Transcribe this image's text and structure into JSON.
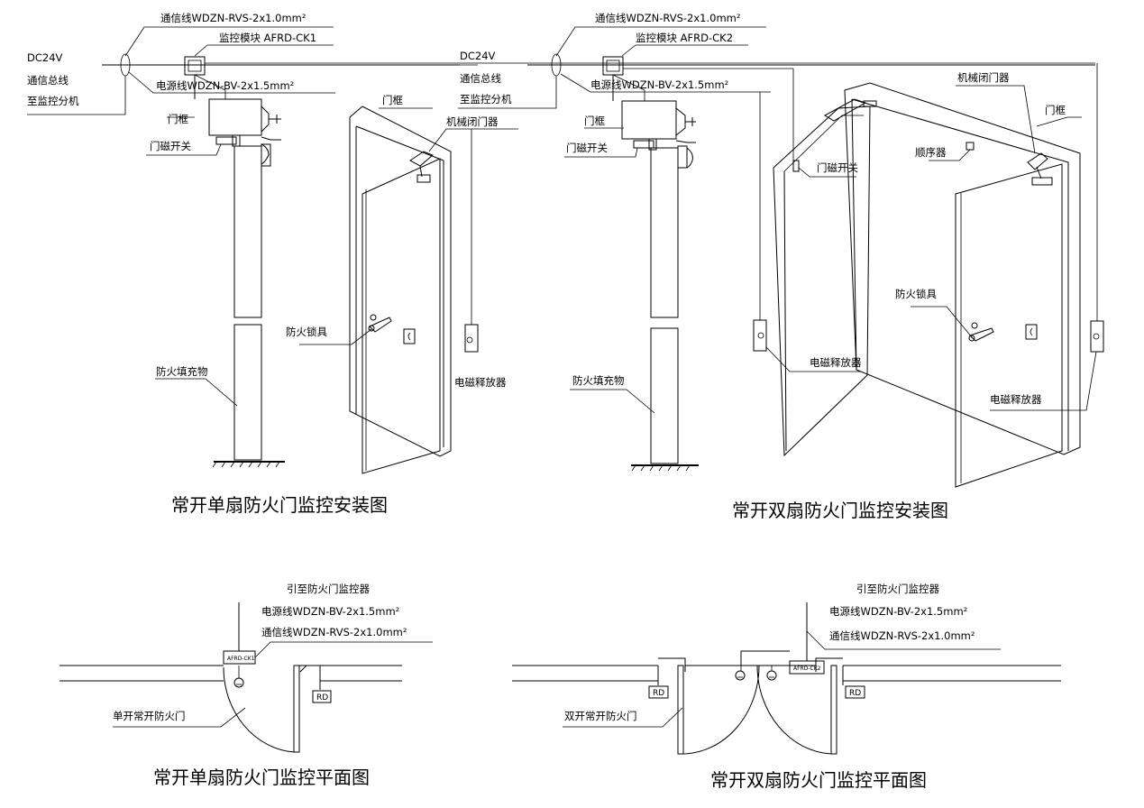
{
  "installation_single": {
    "dc24v": "DC24V",
    "bus": "通信总线",
    "to_panel": "至监控分机",
    "comm_line": "通信线WDZN-RVS-2x1.0mm²",
    "module": "监控模块 AFRD-CK1",
    "power_line": "电源线WDZN-BV-2x1.5mm²",
    "frame": "门框",
    "mag_switch": "门磁开关",
    "fill": "防火填充物",
    "frame2": "门框",
    "mech_closer": "机械闭门器",
    "lock": "防火锁具",
    "releaser": "电磁释放器",
    "title": "常开单扇防火门监控安装图"
  },
  "installation_double": {
    "dc24v": "DC24V",
    "bus": "通信总线",
    "to_panel": "至监控分机",
    "comm_line": "通信线WDZN-RVS-2x1.0mm²",
    "module": "监控模块 AFRD-CK2",
    "power_line": "电源线WDZN-BV-2x1.5mm²",
    "frame": "门框",
    "mag_switch": "门磁开关",
    "fill": "防火填充物",
    "mech_closer": "机械闭门器",
    "frame2": "门框",
    "sequencer": "顺序器",
    "mag_switch2": "门磁开关",
    "lock": "防火锁具",
    "releaser_left": "电磁释放器",
    "releaser_right": "电磁释放器",
    "title": "常开双扇防火门监控安装图"
  },
  "plan_single": {
    "lead": "引至防火门监控器",
    "power_line": "电源线WDZN-BV-2x1.5mm²",
    "comm_line": "通信线WDZN-RVS-2x1.0mm²",
    "module_tag": "AFRD-CK1",
    "rd_tag": "RD",
    "door_label": "单开常开防火门",
    "title": "常开单扇防火门监控平面图"
  },
  "plan_double": {
    "lead": "引至防火门监控器",
    "power_line": "电源线WDZN-BV-2x1.5mm²",
    "comm_line": "通信线WDZN-RVS-2x1.0mm²",
    "module_tag": "AFRD-CK2",
    "rd_left": "RD",
    "rd_right": "RD",
    "door_label": "双开常开防火门",
    "title": "常开双扇防火门监控平面图"
  }
}
